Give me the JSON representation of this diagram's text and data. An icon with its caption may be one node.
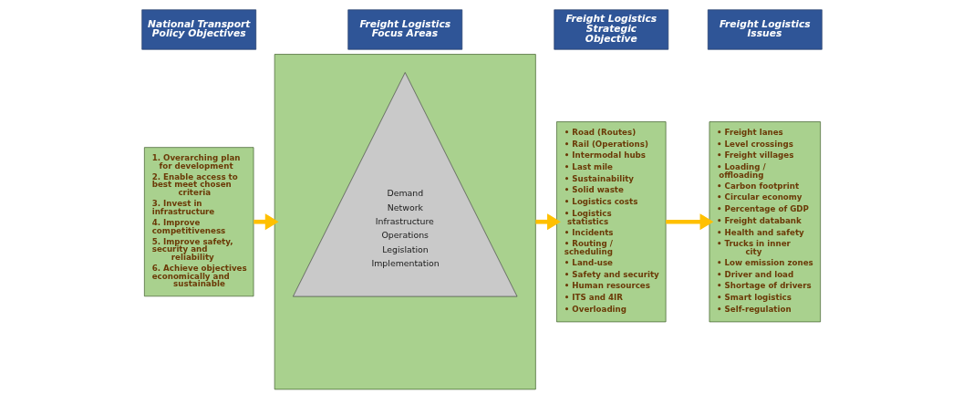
{
  "diagram": {
    "nodes": [
      {
        "text": [
          "National Transport Policy Objectives"
        ]
      },
      {
        "text": [
          "1. Overarching plan for development",
          "2. Enable access to best meet chosen criteria",
          "3. Invest in infrastructure",
          "4. Improve competitiveness",
          "5. Improve safety, security and reliability",
          "6. Achieve objectives economically and sustainable"
        ]
      },
      {
        "text": [
          "Freight Logistics Focus Areas"
        ]
      },
      {
        "text": [],
        "shape": "box"
      },
      {
        "text": [
          "Demand",
          "Network",
          "Infrastructure",
          "Operations",
          "Legislation",
          "Implementation"
        ],
        "in": 3
      },
      {
        "text": [
          "Freight Logistics Strategic Objective"
        ]
      },
      {
        "text": [
          "• Road (Routes)",
          "• Rail (Operations)",
          "• Intermodal hubs",
          "• Last mile",
          "• Sustainability",
          "• Solid waste",
          "• Logistics costs",
          "• Logistics statistics",
          "• Incidents",
          "• Routing / scheduling",
          "• Land-use",
          "• Safety and security",
          "• Human resources",
          "• ITS and 4IR",
          "• Overloading"
        ]
      },
      {
        "text": [
          "Freight Logistics Issues"
        ]
      },
      {
        "text": [
          "• Freight lanes",
          "• Level crossings",
          "• Freight villages",
          "• Loading / offloading",
          "• Carbon footprint",
          "• Circular economy",
          "• Percentage of GDP",
          "• Freight databank",
          "• Health and safety",
          "• Trucks in inner city",
          "• Low emission zones",
          "• Driver and load",
          "• Shortage of drivers",
          "• Smart logistics",
          "• Self-regulation"
        ]
      }
    ],
    "edges": [
      {
        "from": 1,
        "to": 3,
        "arrow": "to"
      },
      {
        "from": 3,
        "to": 6,
        "arrow": "to"
      },
      {
        "from": 6,
        "to": 8,
        "arrow": "to"
      }
    ]
  }
}
